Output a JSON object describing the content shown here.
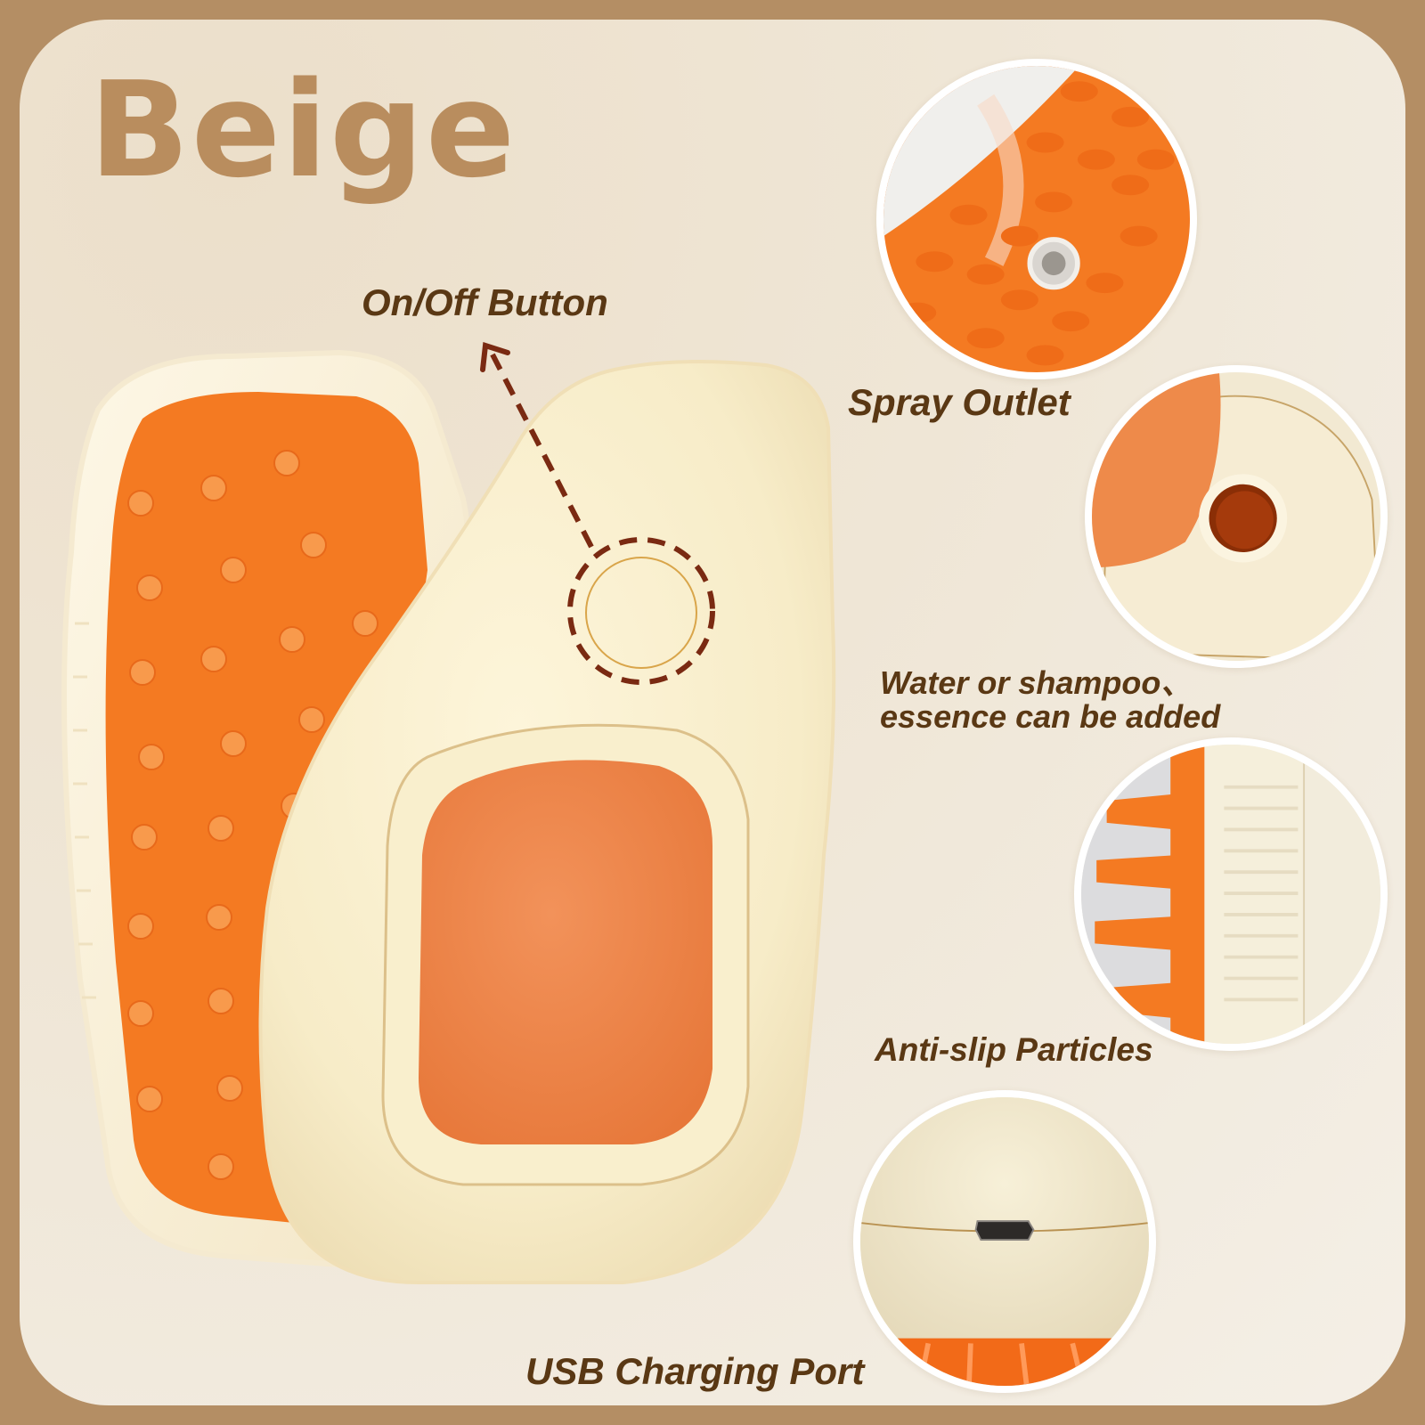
{
  "title": "Beige",
  "callouts": {
    "on_off": "On/Off Button",
    "spray": "Spray Outlet",
    "water_line1": "Water or shampoo、",
    "water_line2": "essence can be added",
    "anti_slip": "Anti-slip Particles",
    "usb": "USB Charging Port"
  },
  "colors": {
    "frame": "#b48e64",
    "title": "#b98d5e",
    "label_text": "#5a3814",
    "product_body": "#fbf1d2",
    "silicone_orange": "#f47a22",
    "button_pad": "#ee8a4a",
    "dashed_indicator": "#7a2a12"
  },
  "icons": {
    "arrow": "dashed-arrow-up-left",
    "button_marker": "dashed-circle"
  }
}
